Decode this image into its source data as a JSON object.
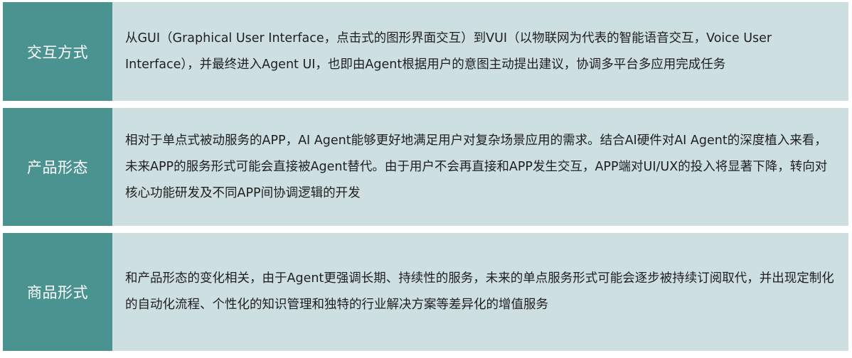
{
  "colors": {
    "label_bg": "#4b9390",
    "label_text": "#ffffff",
    "content_bg": "#cddfe0",
    "content_text": "#1e1e1e"
  },
  "rows": [
    {
      "label": "交互方式",
      "content": "从GUI（Graphical User Interface，点击式的图形界面交互）到VUI（以物联网为代表的智能语音交互，Voice User Interface），并最终进入Agent UI，也即由Agent根据用户的意图主动提出建议，协调多平台多应用完成任务"
    },
    {
      "label": "产品形态",
      "content": "相对于单点式被动服务的APP，AI Agent能够更好地满足用户对复杂场景应用的需求。结合AI硬件对AI Agent的深度植入来看，未来APP的服务形式可能会直接被Agent替代。由于用户不会再直接和APP发生交互，APP端对UI/UX的投入将显著下降，转向对核心功能研发及不同APP间协调逻辑的开发"
    },
    {
      "label": "商品形式",
      "content": "和产品形态的变化相关，由于Agent更强调长期、持续性的服务，未来的单点服务形式可能会逐步被持续订阅取代，并出现定制化的自动化流程、个性化的知识管理和独特的行业解决方案等差异化的增值服务"
    }
  ]
}
